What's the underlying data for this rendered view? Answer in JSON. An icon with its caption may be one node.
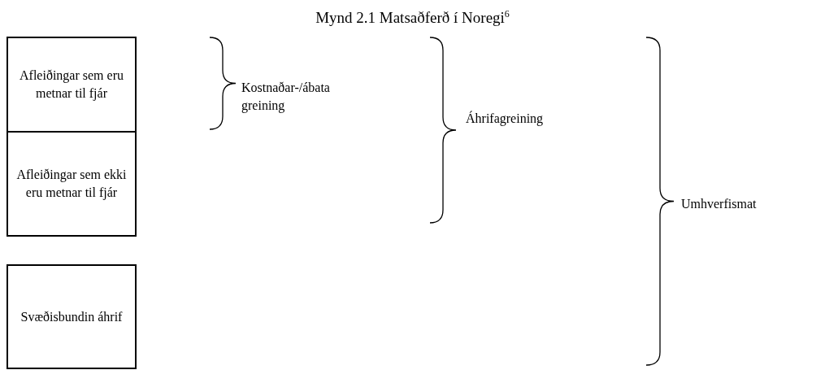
{
  "diagram": {
    "title": "Mynd 2.1 Matsaðferð í Noregi$^{6}$",
    "nodes": [
      {
        "text": [
          "Afleiðingar sem eru metnar til fjár"
        ]
      },
      {
        "text": [
          "Afleiðingar sem ekki eru metnar til fjár"
        ]
      },
      {
        "text": [
          "Svæðisbundin áhrif"
        ]
      }
    ],
    "labels": [
      "Kostnaðar-/ábata greining",
      "Áhrifagreining",
      "Umhverfismat"
    ]
  }
}
